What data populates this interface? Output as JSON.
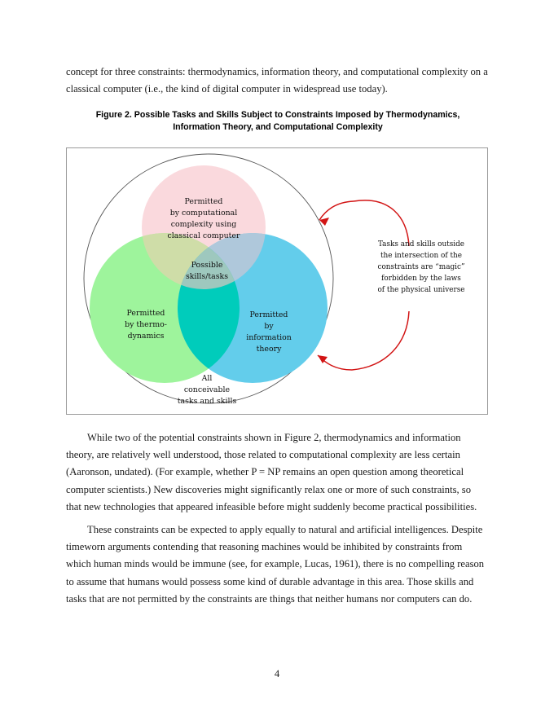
{
  "document": {
    "page_number": "4",
    "lead_paragraph": "concept for three constraints: thermodynamics, information theory, and computational complexity on a classical computer (i.e., the kind of digital computer in widespread use today).",
    "paragraph_1": "While two of the potential constraints shown in Figure 2, thermodynamics and information theory, are relatively well understood, those related to computational complexity are less certain (Aaronson, undated). (For example, whether P = NP remains an open question among theoretical computer scientists.) New discoveries might significantly relax one or more of such constraints, so that new technologies that appeared infeasible before might suddenly become practical possibilities.",
    "paragraph_2": "These constraints can be expected to apply equally to natural and artificial intelligences. Despite timeworn arguments contending that reasoning machines would be inhibited by constraints from which human minds would be immune (see, for example, Lucas, 1961), there is no compelling reason to assume that humans would possess some kind of durable advantage in this area. Those skills and tasks that are not permitted by the constraints are things that neither humans nor computers can do."
  },
  "figure": {
    "caption_line_1": "Figure 2. Possible Tasks and Skills Subject to Constraints Imposed by Thermodynamics,",
    "caption_line_2": "Information Theory, and Computational Complexity",
    "outer_label_line_1": "All",
    "outer_label_line_2": "conceivable",
    "outer_label_line_3": "tasks and skills",
    "pink_label_line_1": "Permitted",
    "pink_label_line_2": "by computational",
    "pink_label_line_3": "complexity using",
    "pink_label_line_4": "classical computer",
    "green_label_line_1": "Permitted",
    "green_label_line_2": "by thermo-",
    "green_label_line_3": "dynamics",
    "blue_label_line_1": "Permitted",
    "blue_label_line_2": "by",
    "blue_label_line_3": "information",
    "blue_label_line_4": "theory",
    "center_label_line_1": "Possible",
    "center_label_line_2": "skills/tasks",
    "annotation_line_1": "Tasks and skills outside",
    "annotation_line_2": "the intersection of the",
    "annotation_line_3": "constraints are “magic”",
    "annotation_line_4": "forbidden by the laws",
    "annotation_line_5": "of the physical universe",
    "colors": {
      "pink": "#fad9dd",
      "green": "#9ef49c",
      "blue": "#63cdeb",
      "green_blue_overlap": "#00ccbb",
      "pink_green_overlap": "#cfdda8",
      "pink_blue_overlap": "#afc8db",
      "triple_overlap": "#9ec8be",
      "outer_circle_stroke": "#555555",
      "annotation_arrow": "#d21414",
      "figure_border": "#9a9a9a"
    }
  }
}
